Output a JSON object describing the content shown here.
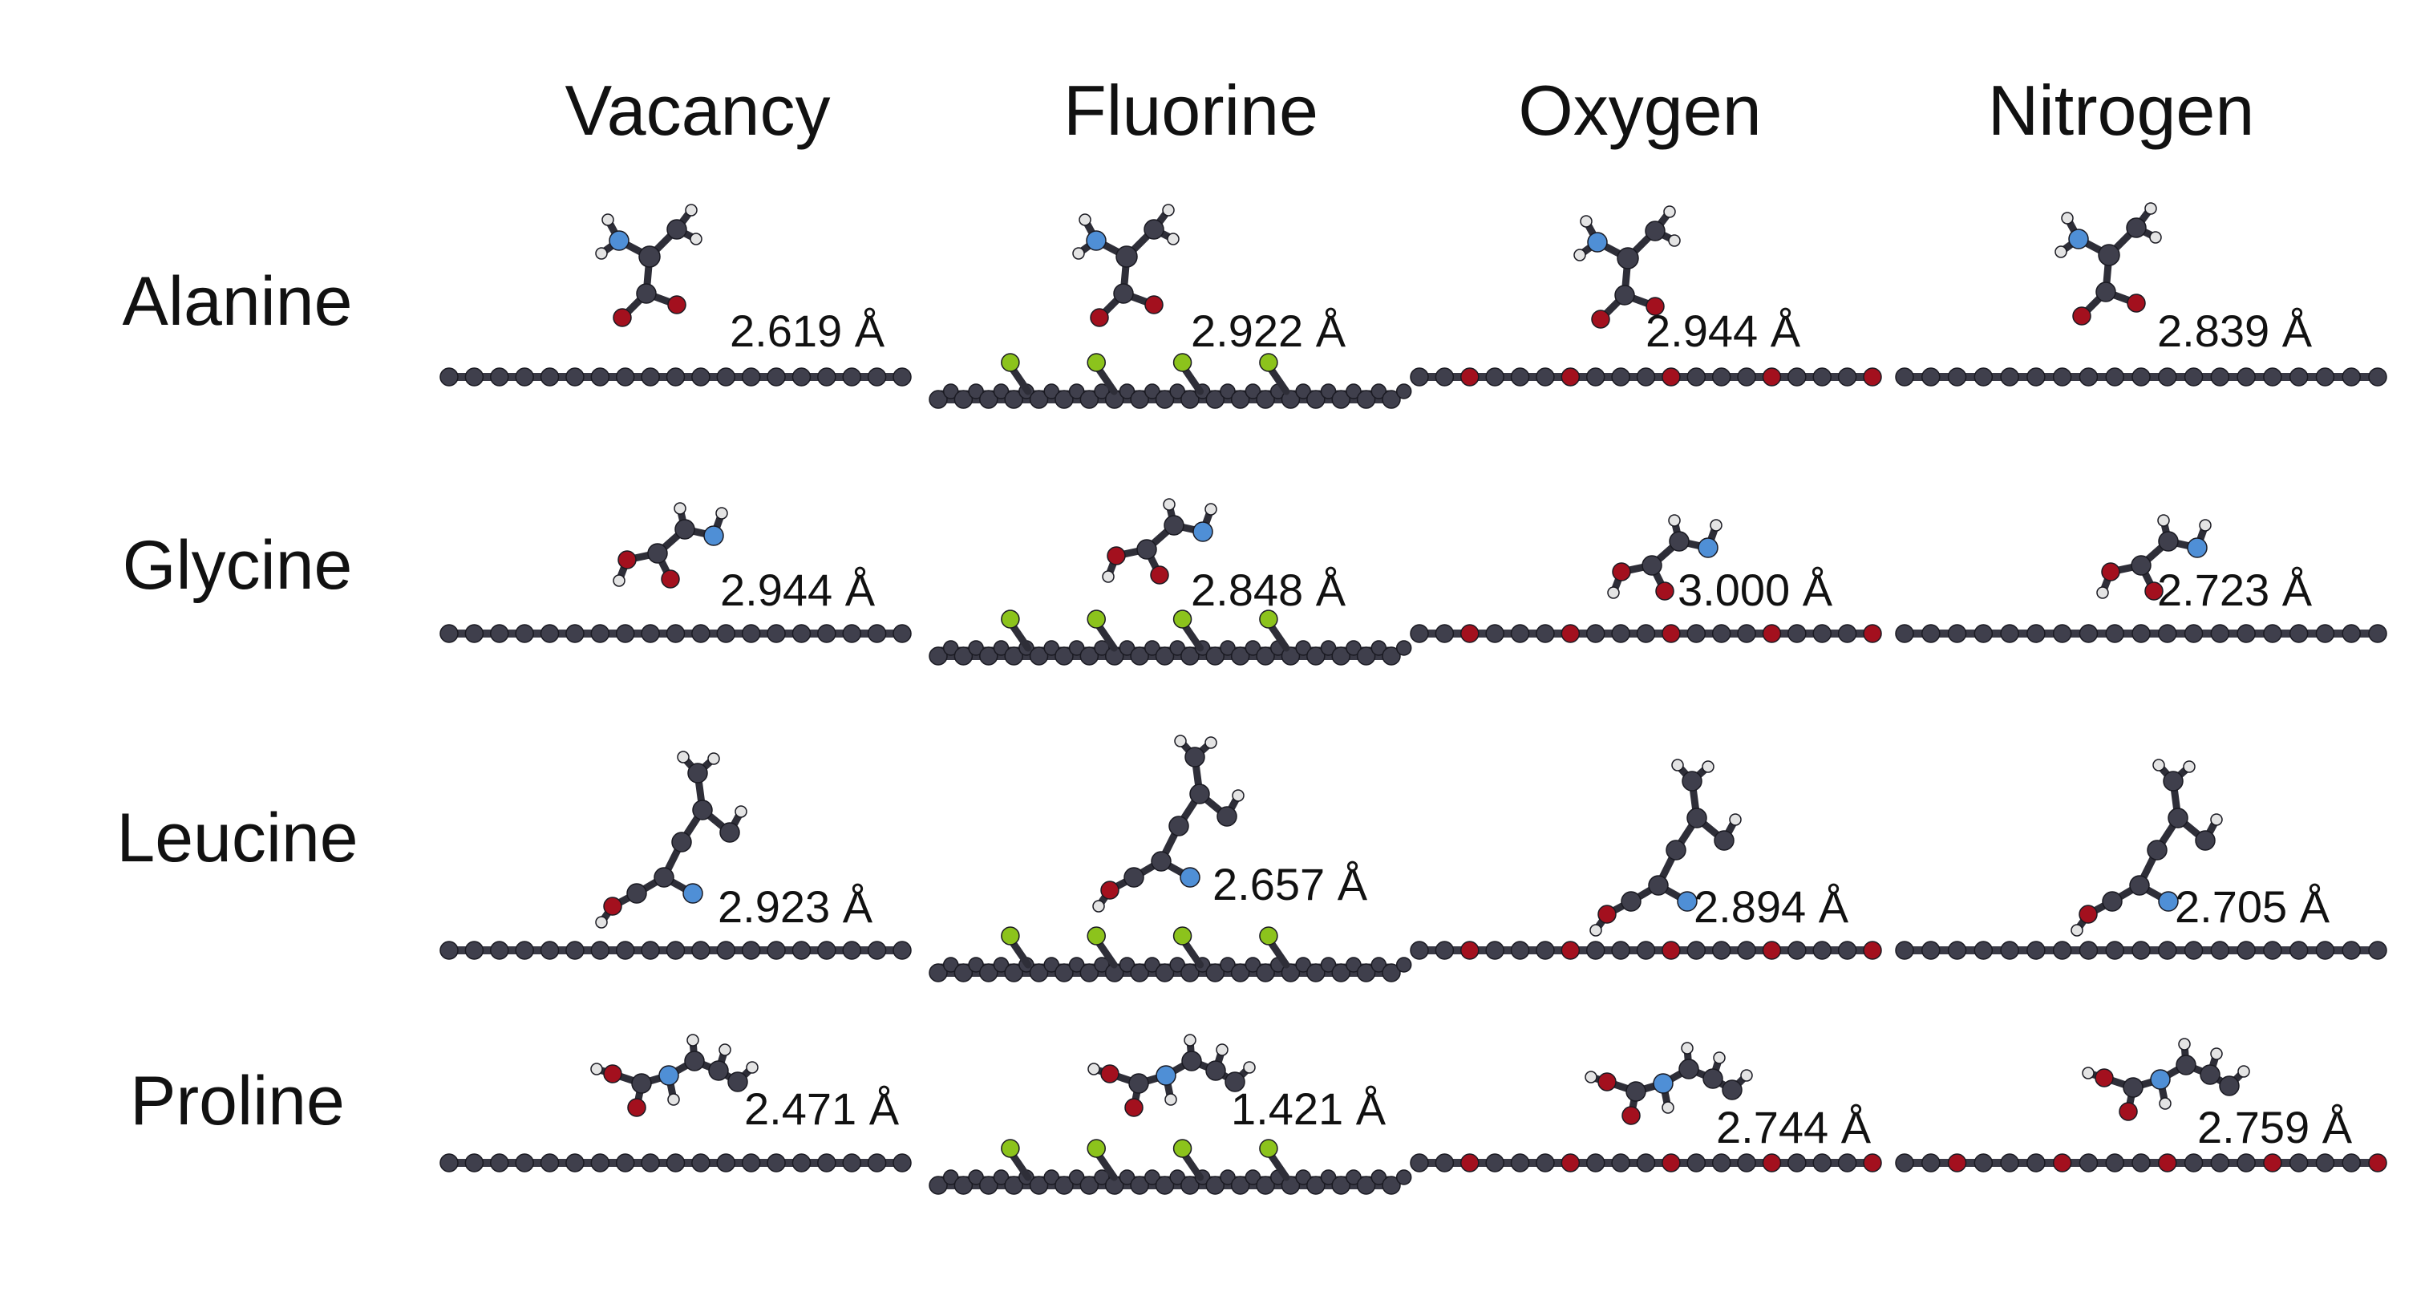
{
  "columns": [
    "Vacancy",
    "Fluorine",
    "Oxygen",
    "Nitrogen"
  ],
  "rows": [
    "Alanine",
    "Glycine",
    "Leucine",
    "Proline"
  ],
  "distances": [
    [
      "2.619 Å",
      "2.922 Å",
      "2.944 Å",
      "2.839 Å"
    ],
    [
      "2.944 Å",
      "2.848 Å",
      "3.000 Å",
      "2.723 Å"
    ],
    [
      "2.923 Å",
      "2.657 Å",
      "2.894 Å",
      "2.705 Å"
    ],
    [
      "2.471 Å",
      "1.421 Å",
      "2.744 Å",
      "2.759 Å"
    ]
  ],
  "colors": {
    "carbon": "#3f3f4c",
    "oxygen": "#a3101e",
    "nitrogen": "#4f8fd6",
    "hydrogen": "#e4e4e4",
    "fluorine": "#8cc31c"
  }
}
